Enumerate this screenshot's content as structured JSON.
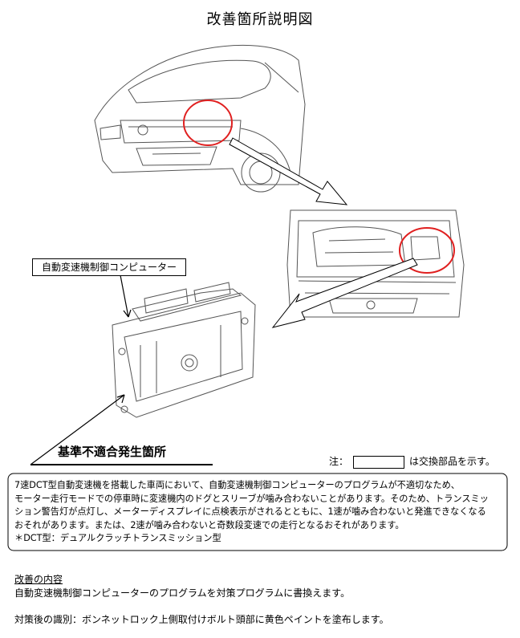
{
  "title": "改善箇所説明図",
  "ecu_label": "自動変速機制御コンピューター",
  "defect_label": "基準不適合発生箇所",
  "note": {
    "prefix": "注：",
    "suffix": "は交換部品を示す。"
  },
  "description": {
    "line1": "7速DCT型自動変速機を搭載した車両において、自動変速機制御コンピューターのプログラムが不適切なため、",
    "line2": "モーター走行モードでの停車時に変速機内のドグとスリーブが噛み合わないことがあります。そのため、トランスミッ",
    "line3": "ション警告灯が点灯し、メーターディスプレイに点検表示がされるとともに、1速が噛み合わないと発進できなくなる",
    "line4": "おそれがあります。または、2速が噛み合わないと奇数段変速での走行となるおそれがあります。",
    "line5": "＊DCT型：デュアルクラッチトランスミッション型"
  },
  "improvement": {
    "heading": "改善の内容",
    "body": "自動変速機制御コンピューターのプログラムを対策プログラムに書換えます。"
  },
  "identification": "対策後の識別：ボンネットロック上側取付けボルト頭部に黄色ペイントを塗布します。",
  "colors": {
    "highlight_circle": "#e02020",
    "line": "#000000"
  }
}
